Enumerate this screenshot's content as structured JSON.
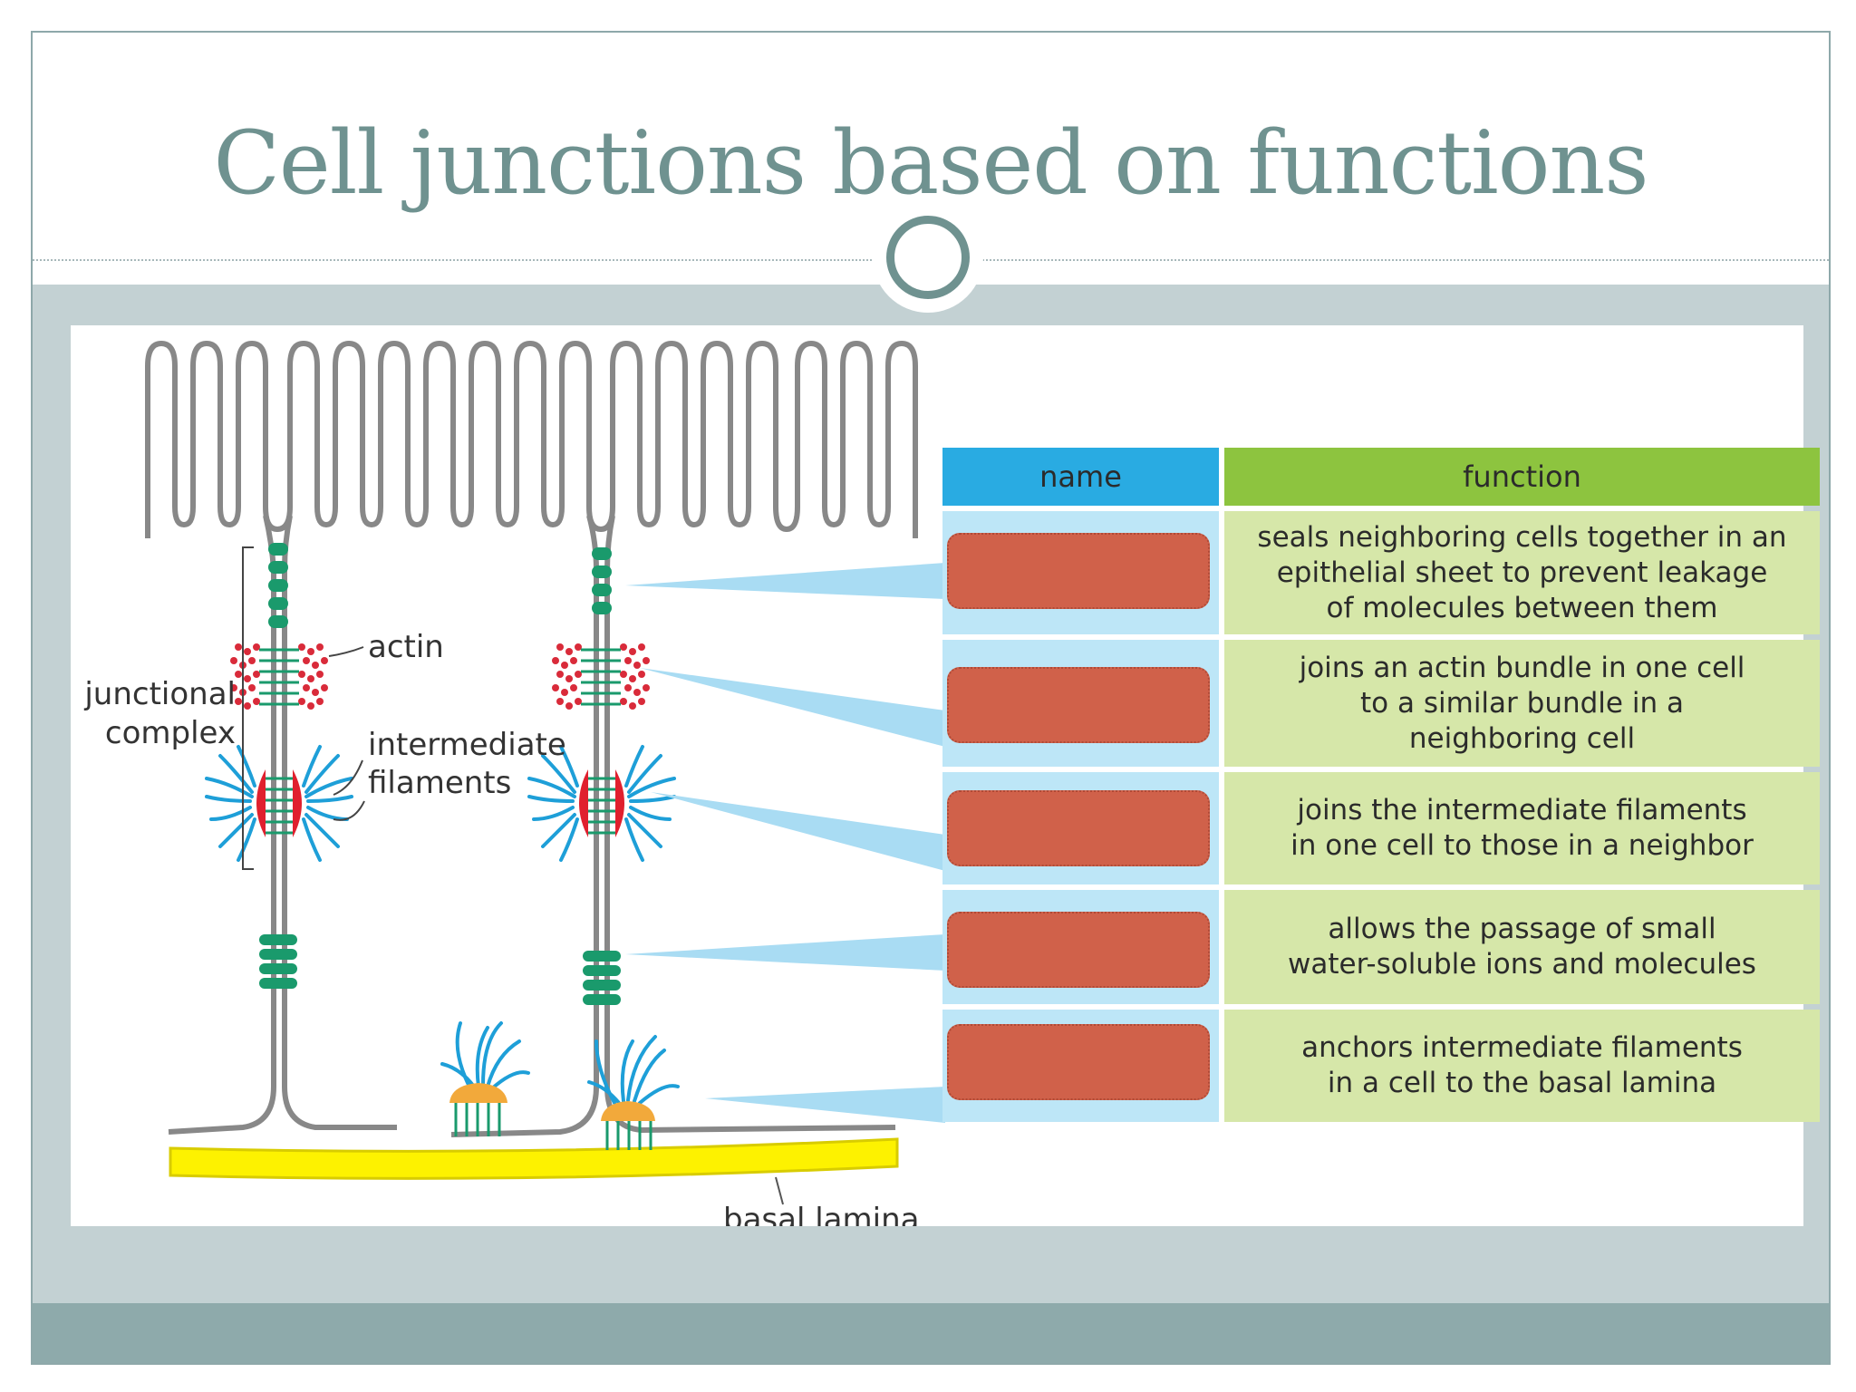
{
  "slide": {
    "title": "Cell junctions based on functions",
    "colors": {
      "title": "#6f9290",
      "band_gray": "#c3d1d3",
      "band_teal": "#8eaaab",
      "header_name": "#29abe2",
      "header_function": "#8dc43f",
      "name_cell": "#bde6f7",
      "function_cell": "#d6e7a9",
      "redaction": "#d0614a"
    }
  },
  "diagram": {
    "labels": {
      "junctional": "junctional",
      "complex": "complex",
      "actin": "actin",
      "intermediate": "intermediate",
      "filaments": "filaments",
      "basal_lamina": "basal lamina"
    }
  },
  "table": {
    "headers": {
      "name": "name",
      "function": "function"
    },
    "rows": [
      {
        "function": "seals neighboring cells together in an\nepithelial sheet to prevent leakage\nof molecules between them"
      },
      {
        "function": "joins an actin bundle in one cell\nto a similar bundle in a\nneighboring cell"
      },
      {
        "function": "joins the intermediate filaments\nin one cell to those in a neighbor"
      },
      {
        "function": "allows the passage of small\nwater-soluble ions and molecules"
      },
      {
        "function": "anchors intermediate filaments\nin a cell to the basal lamina"
      }
    ]
  }
}
